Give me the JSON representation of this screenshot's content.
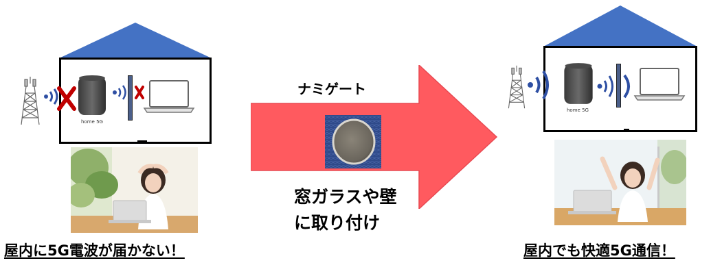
{
  "left_scene": {
    "router_label": "home 5G",
    "caption": "屋内に5G電波が届かない！"
  },
  "right_scene": {
    "router_label": "home 5G",
    "caption": "屋内でも快適5G通信！"
  },
  "arrow": {
    "product_name": "ナミゲート",
    "install_line1": "窓ガラスや壁",
    "install_line2": "に取り付け"
  },
  "colors": {
    "roof": "#4472c4",
    "arrow": "#ff5a5f",
    "signal": "#2e4fa3",
    "x_mark": "#c00000"
  },
  "icons": [
    "cell-tower-icon",
    "signal-wave-icon",
    "x-mark-icon",
    "router-icon",
    "window-pane-icon",
    "laptop-icon"
  ]
}
